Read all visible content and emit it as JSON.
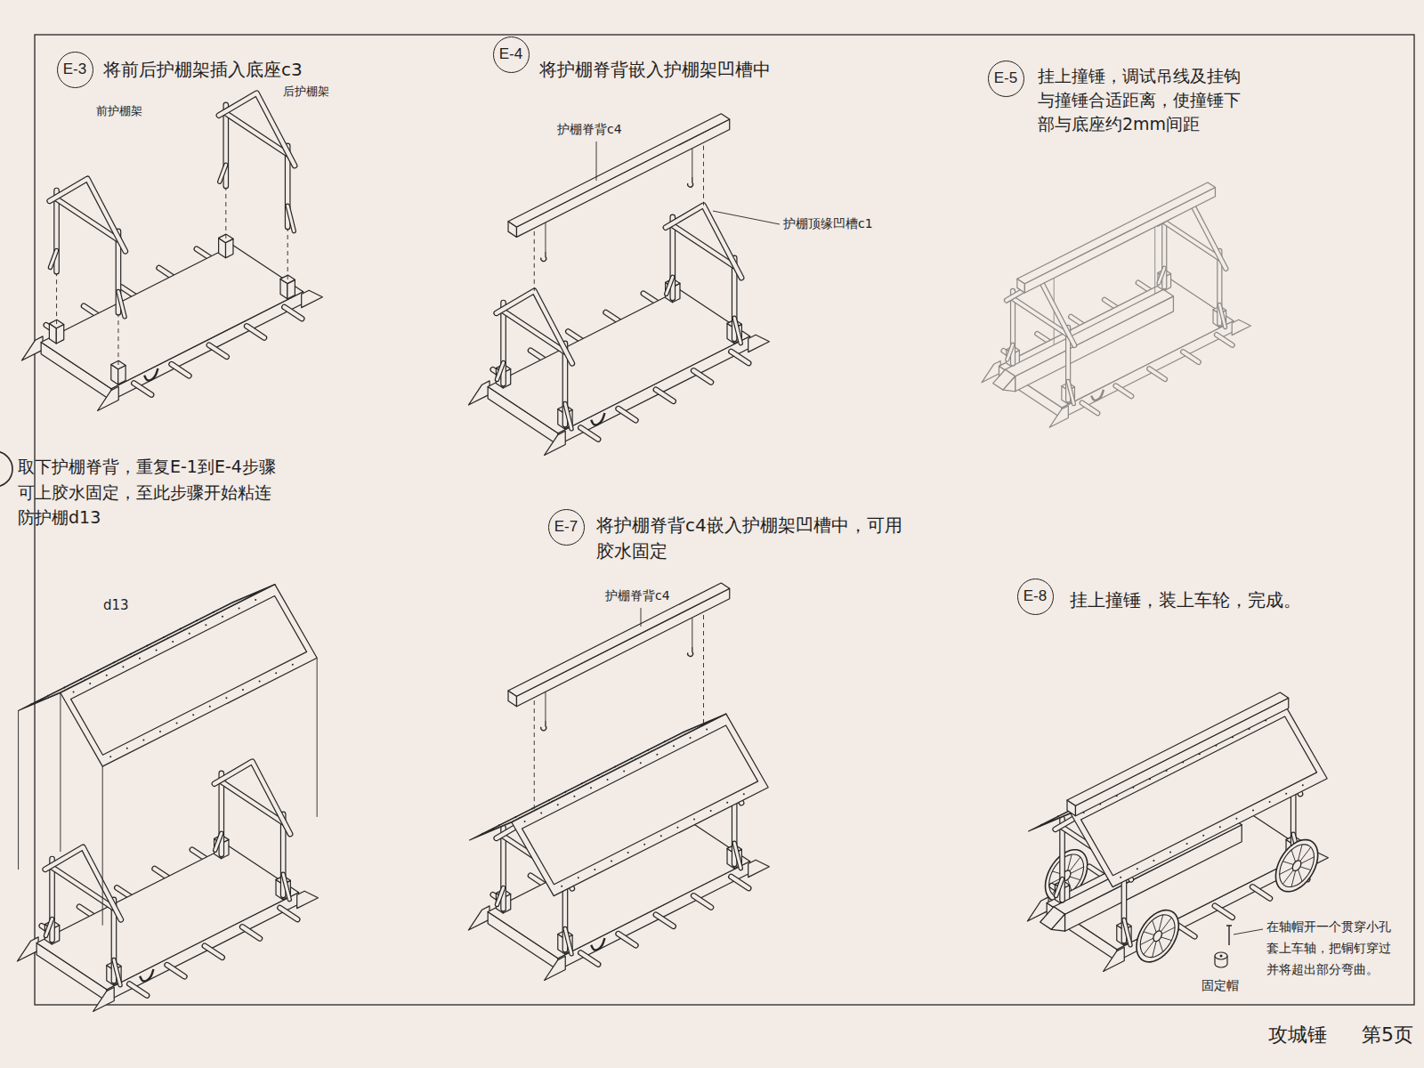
{
  "diagram": {
    "nodes": [
      {
        "text": [
          "E-3"
        ]
      },
      {
        "text": [
          "E-4"
        ]
      },
      {
        "text": [
          "E-5"
        ]
      },
      {
        "text": [
          "E-7"
        ]
      },
      {
        "text": [
          "E-8"
        ]
      }
    ],
    "labels": [
      "将前后护棚架插入底座c3",
      "前护棚架",
      "后护棚架",
      "将护棚脊背嵌入护棚架凹槽中",
      "护棚脊背c4",
      "护棚顶缘凹槽c1",
      "挂上撞锤，调试吊线及挂钩与撞锤合适距离，使撞锤下部与底座约2mm间距",
      "取下护棚脊背，重复E-1到E-4步骤可上胶水固定，至此步骤开始粘连防护棚d13",
      "d13",
      "将护棚脊背c4嵌入护棚架凹槽中，可用胶水固定",
      "护棚脊背c4",
      "挂上撞锤，装上车轮，完成。",
      "在轴帽开一个贯穿小孔套上车轴，把铜钉穿过并将超出部分弯曲。",
      "固定帽",
      "攻城锤",
      "第5页"
    ]
  }
}
